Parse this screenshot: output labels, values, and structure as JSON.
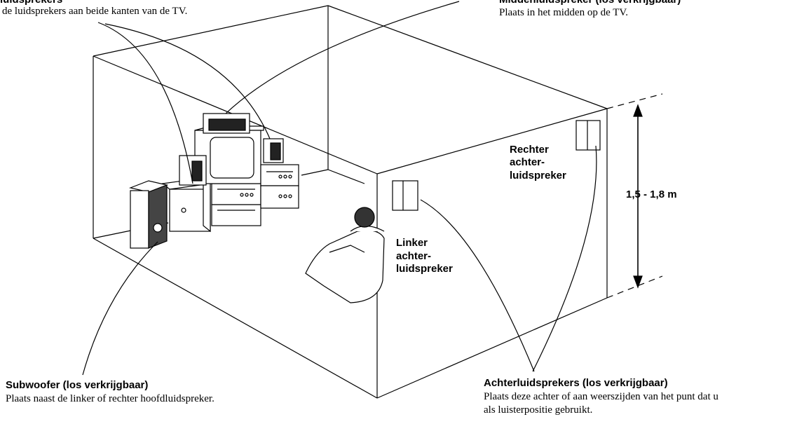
{
  "labels": {
    "front_speakers": {
      "title": "luidsprekers",
      "desc": "de luidsprekers aan beide kanten van de TV."
    },
    "center_speaker": {
      "title": "Middenluidspreker (los verkrijgbaar)",
      "desc": "Plaats in het midden op de TV."
    },
    "right_rear": {
      "line1": "Rechter",
      "line2": "achter-",
      "line3": "luidspreker"
    },
    "left_rear": {
      "line1": "Linker",
      "line2": "achter-",
      "line3": "luidspreker"
    },
    "height": "1,5 - 1,8 m",
    "subwoofer": {
      "title": "Subwoofer (los verkrijgbaar)",
      "desc": "Plaats naast de linker of rechter hoofdluidspreker."
    },
    "rear_speakers": {
      "title": "Achterluidsprekers (los verkrijgbaar)",
      "desc1": "Plaats deze achter of aan weerszijden van het punt dat u",
      "desc2": "als luisterpositie gebruikt."
    }
  }
}
